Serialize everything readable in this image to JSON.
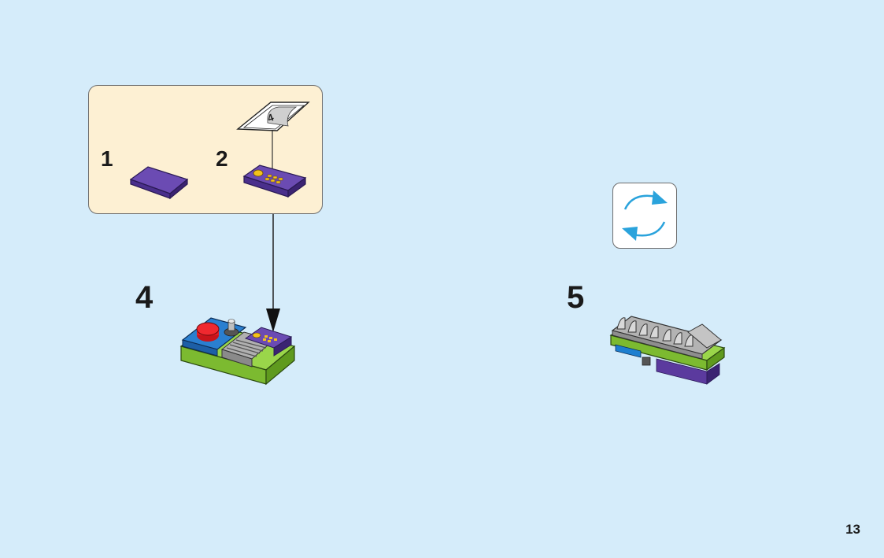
{
  "callout": {
    "sub_steps": [
      {
        "number": "1"
      },
      {
        "number": "2"
      }
    ],
    "sticker_number": "4"
  },
  "steps": [
    {
      "number": "4"
    },
    {
      "number": "5"
    }
  ],
  "page_number": "13",
  "colors": {
    "background": "#d5ecfa",
    "callout_bg": "#fdf0d3",
    "purple": "#5b3a9e",
    "lime": "#8ccf3a",
    "blue": "#1d6fb8",
    "red": "#e21b23",
    "gray": "#9a9a9a",
    "rotate_arrow": "#2aa3dc"
  },
  "icons": [
    "rotate-icon",
    "sticker-icon"
  ]
}
